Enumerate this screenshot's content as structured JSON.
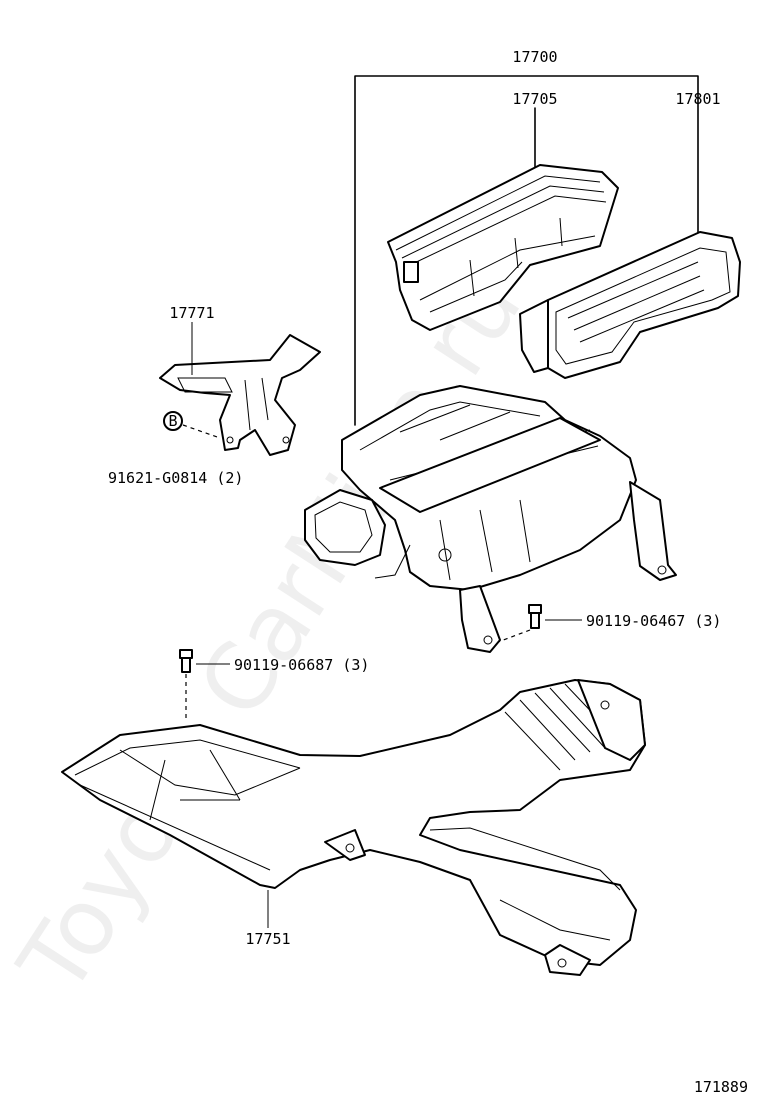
{
  "watermark": "Toyota CarMine.ru",
  "labels": {
    "assy": "17700",
    "cap": "17705",
    "filter": "17801",
    "bracket": "17771",
    "bracket_bolt": "91621-G0814 (2)",
    "case_bolt": "90119-06467 (3)",
    "hose_bolt": "90119-06687 (3)",
    "hose": "17751",
    "bolt_mark": "B",
    "diagram_no": "171889"
  }
}
